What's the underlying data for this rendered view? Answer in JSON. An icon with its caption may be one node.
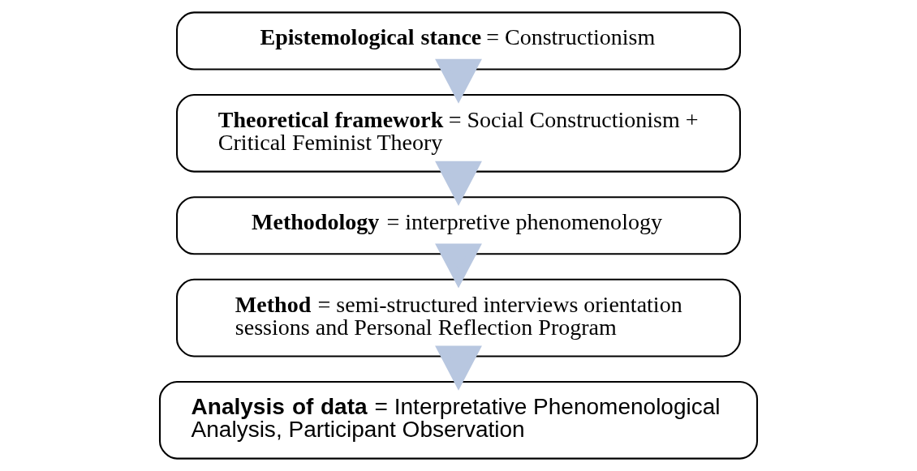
{
  "diagram": {
    "nodes": [
      {
        "text": [
          "**Epistemological stance** =  Constructionism"
        ]
      },
      {
        "text": [
          "**Theoretical framework** = Social Constructionism + Critical Feminist Theory"
        ]
      },
      {
        "text": [
          "**Methodology** =  interpretive phenomenology"
        ]
      },
      {
        "text": [
          "**Method** = semi-structured interviews orientation sessions and Personal Reflection Program"
        ]
      },
      {
        "text": [
          "**Analysis of data** = Interpretative Phenomenological Analysis, Participant Observation"
        ]
      }
    ],
    "edges": [
      {
        "from": 0,
        "to": 1,
        "arrow": "to"
      },
      {
        "from": 1,
        "to": 2,
        "arrow": "to"
      },
      {
        "from": 2,
        "to": 3,
        "arrow": "to"
      },
      {
        "from": 3,
        "to": 4,
        "arrow": "to"
      }
    ]
  }
}
